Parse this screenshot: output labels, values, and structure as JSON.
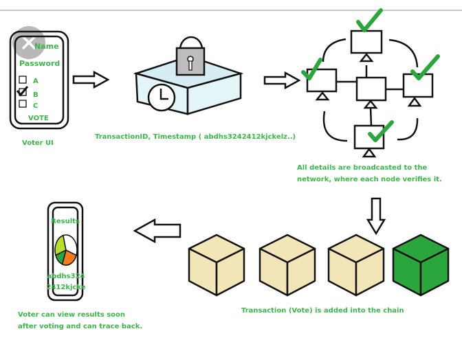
{
  "voter_ui": {
    "name_label": "Name",
    "password_label": "Password",
    "options": [
      {
        "label": "A",
        "checked": false
      },
      {
        "label": "B",
        "checked": true
      },
      {
        "label": "C",
        "checked": false
      }
    ],
    "vote_label": "VOTE",
    "caption": "Voter UI"
  },
  "transaction": {
    "caption": "TransactionID, Timestamp ( abdhs3242412kjckelz..)"
  },
  "network": {
    "caption_lines": [
      "All details are broadcasted to the",
      "network, where each node verifies it."
    ]
  },
  "chain": {
    "caption": "Transaction (Vote) is added into the chain",
    "block_color": "#f2e6b8",
    "new_block_color": "#2aa63d"
  },
  "results": {
    "title": "Results",
    "hash_lines": [
      "abdhs324",
      "2412kjcke"
    ],
    "caption_lines": [
      "Voter can view results soon",
      "after voting and can trace back."
    ],
    "pie_colors": [
      "#f47a20",
      "#ffffff",
      "#b8e02a",
      "#2aa63d"
    ]
  },
  "colors": {
    "text_green": "#3cb54a"
  }
}
